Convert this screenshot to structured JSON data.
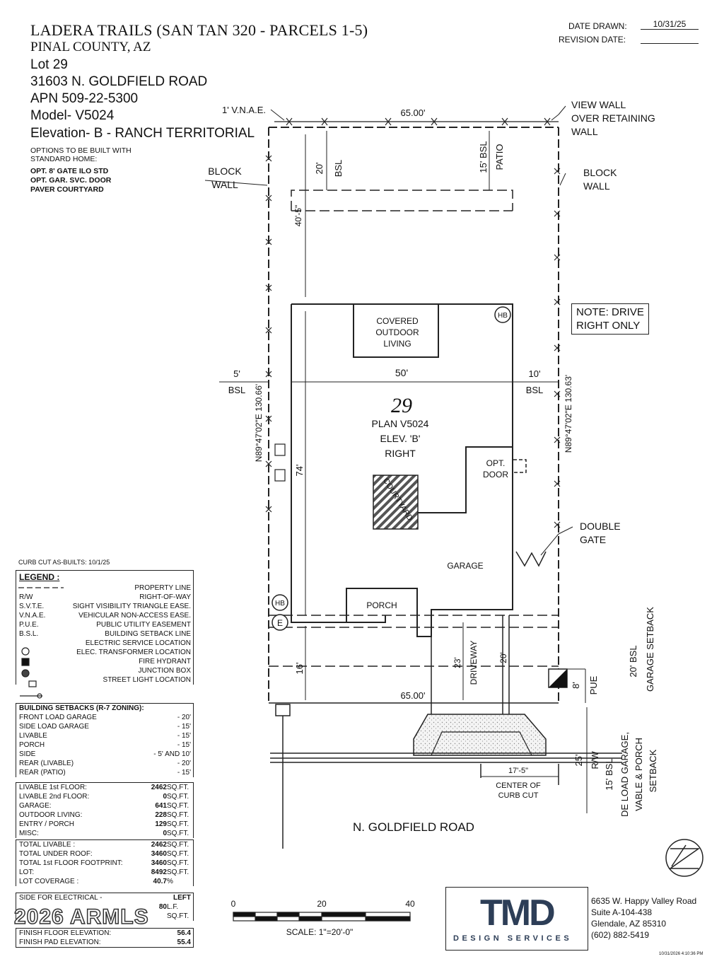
{
  "header": {
    "title": "LADERA TRAILS (SAN TAN 320 - PARCELS 1-5)",
    "county": "PINAL COUNTY, AZ",
    "lot_line": "Lot  29",
    "address": "31603 N. GOLDFIELD ROAD",
    "apn": "APN 509-22-5300",
    "model_label": "Model",
    "model_value": "- V5024",
    "elevation_label": "Elevation",
    "elevation_value": "- B - RANCH TERRITORIAL",
    "options_intro": "OPTIONS TO BE BUILT WITH\nSTANDARD HOME:",
    "options": [
      "OPT. 8' GATE ILO STD",
      "OPT. GAR. SVC. DOOR",
      "PAVER COURTYARD"
    ],
    "date_drawn_label": "DATE DRAWN:",
    "date_drawn": "10/31/25",
    "revision_label": "REVISION DATE:",
    "revision_value": ""
  },
  "note": "NOTE: DRIVE\nRIGHT ONLY",
  "site": {
    "lot_number": "29",
    "plan": "PLAN V5024",
    "elev": "ELEV. 'B'",
    "hand": "RIGHT",
    "covered": [
      "COVERED",
      "OUTDOOR",
      "LIVING"
    ],
    "courtyard": "COURTYARD",
    "opt_door": [
      "OPT.",
      "DOOR"
    ],
    "garage": "GARAGE",
    "porch": "PORCH",
    "hb": "HB",
    "e": "E",
    "dim_top": "65.00'",
    "dim_bottom": "65.00'",
    "dim_width": "50'",
    "dim_depth": "74'",
    "dim_rear_depth": "40'-5\"",
    "dim_20": "20'",
    "dim_16": "16'",
    "dim_23": "23'",
    "dim_20b": "20'",
    "dim_8": "8'",
    "dim_25": "25'",
    "dim_17": "17'-5\"",
    "bearing_left": "N89°47'02\"E 130.66'",
    "bearing_right": "N89°47'02\"E 130.63'",
    "bsl": "BSL",
    "bsl_5": "5'",
    "bsl_10": "10'",
    "bsl_15_patio": [
      "15' BSL",
      "PATIO"
    ],
    "bsl_rear": "BSL",
    "vnae": "1' V.N.A.E.",
    "view_wall": [
      "VIEW WALL",
      "OVER RETAINING",
      "WALL"
    ],
    "block_wall_left": [
      "BLOCK",
      "WALL"
    ],
    "block_wall_right": [
      "BLOCK",
      "WALL"
    ],
    "double_gate": [
      "DOUBLE",
      "GATE"
    ],
    "driveway": "DRIVEWAY",
    "pue": "PUE",
    "rw": "R/W",
    "bsl_15": "15' BSL",
    "bsl_20": "20' BSL",
    "garage_setback": "GARAGE SETBACK",
    "side_setback": [
      "DE LOAD GARAGE,",
      "VABLE & PORCH",
      "SETBACK"
    ],
    "curb_cut": [
      "CENTER OF",
      "CURB CUT"
    ],
    "road": "N. GOLDFIELD ROAD",
    "curb_note": "CURB CUT AS-BUILTS: 10/1/25"
  },
  "legend": {
    "title": "LEGEND :",
    "items": [
      {
        "key": "",
        "label": "PROPERTY LINE"
      },
      {
        "key": "R/W",
        "label": "RIGHT-OF-WAY"
      },
      {
        "key": "S.V.T.E.",
        "label": "SIGHT VISIBILITY TRIANGLE EASE."
      },
      {
        "key": "V.N.A.E.",
        "label": "VEHICULAR NON-ACCESS EASE."
      },
      {
        "key": "P.U.E.",
        "label": "PUBLIC UTILITY EASEMENT"
      },
      {
        "key": "B.S.L.",
        "label": "BUILDING SETBACK LINE"
      },
      {
        "key": "",
        "label": "ELECTRIC SERVICE LOCATION"
      },
      {
        "key": "",
        "label": "ELEC. TRANSFORMER LOCATION"
      },
      {
        "key": "",
        "label": "FIRE HYDRANT"
      },
      {
        "key": "",
        "label": "JUNCTION BOX"
      },
      {
        "key": "",
        "label": "STREET LIGHT LOCATION"
      }
    ]
  },
  "setbacks": {
    "title": "BUILDING SETBACKS (R-7 ZONING):",
    "rows": [
      {
        "label": "FRONT LOAD GARAGE",
        "value": "- 20'"
      },
      {
        "label": "SIDE LOAD GARAGE",
        "value": "- 15'"
      },
      {
        "label": "LIVABLE",
        "value": "- 15'"
      },
      {
        "label": "PORCH",
        "value": "- 15'"
      },
      {
        "label": "SIDE",
        "value": "- 5' AND 10'"
      },
      {
        "label": "REAR (LIVABLE)",
        "value": "- 20'"
      },
      {
        "label": "REAR (PATIO)",
        "value": "- 15'"
      }
    ]
  },
  "areas": {
    "rows": [
      {
        "label": "LIVABLE 1st FLOOR:",
        "value": "2462",
        "unit": "SQ.FT."
      },
      {
        "label": "LIVABLE 2nd FLOOR:",
        "value": "0",
        "unit": "SQ.FT."
      },
      {
        "label": "GARAGE:",
        "value": "641",
        "unit": "SQ.FT."
      },
      {
        "label": "OUTDOOR LIVING:",
        "value": "228",
        "unit": "SQ.FT."
      },
      {
        "label": "ENTRY / PORCH",
        "value": "129",
        "unit": "SQ.FT."
      },
      {
        "label": "MISC:",
        "value": "0",
        "unit": "SQ.FT."
      }
    ]
  },
  "totals": {
    "rows": [
      {
        "label": "TOTAL LIVABLE :",
        "value": "2462",
        "unit": "SQ.FT."
      },
      {
        "label": "TOTAL UNDER ROOF:",
        "value": "3460",
        "unit": "SQ.FT."
      },
      {
        "label": "TOTAL 1st FLOOR FOOTPRINT:",
        "value": "3460",
        "unit": "SQ.FT."
      },
      {
        "label": "LOT:",
        "value": "8492",
        "unit": "SQ.FT."
      },
      {
        "label": "LOT COVERAGE :",
        "value": "40.7",
        "unit": "%"
      }
    ]
  },
  "electrical": {
    "label": "SIDE FOR ELECTRICAL -",
    "value": "LEFT"
  },
  "partial_rows": [
    {
      "value": "80",
      "unit": "L.F."
    },
    {
      "value": "",
      "unit": "SQ.FT."
    }
  ],
  "elevations": {
    "rows": [
      {
        "label": "FINISH FLOOR ELEVATION:",
        "value": "56.4"
      },
      {
        "label": "FINISH PAD ELEVATION:",
        "value": "55.4"
      }
    ]
  },
  "scale": {
    "ticks": [
      "0",
      "20",
      "40"
    ],
    "label": "SCALE:  1\"=20'-0\""
  },
  "company": {
    "logo": "TMD",
    "sub": "DESIGN SERVICES",
    "address": [
      "6635 W. Happy Valley Road",
      "Suite A-104-438",
      "Glendale, AZ 85310",
      "(602) 882-5419"
    ]
  },
  "watermark": "2026 ARMLS",
  "timestamp": "10/31/2026 4:10:36 PM"
}
